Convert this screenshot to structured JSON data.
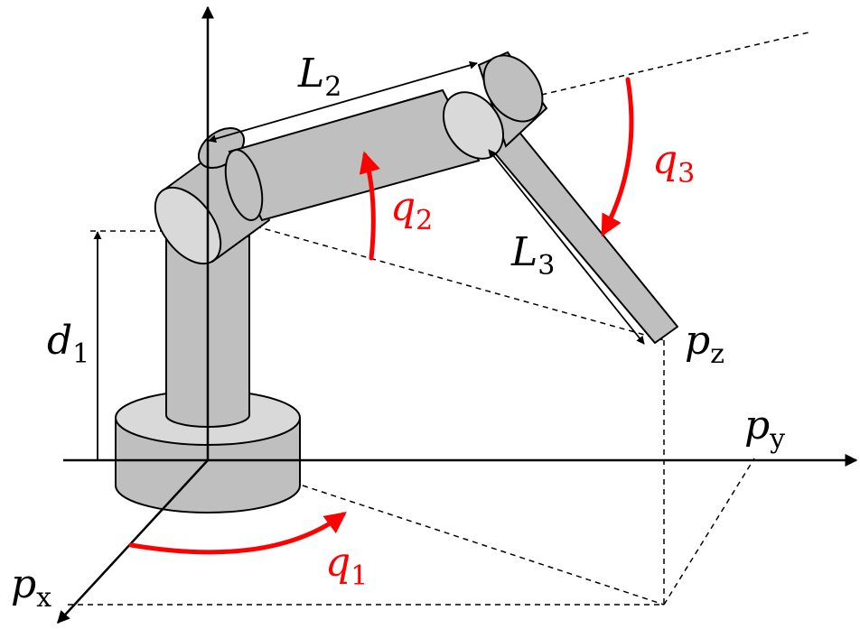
{
  "labels": {
    "L2": {
      "base": "L",
      "sub": "2"
    },
    "L3": {
      "base": "L",
      "sub": "3"
    },
    "d1": {
      "base": "d",
      "sub": "1"
    },
    "q1": {
      "base": "q",
      "sub": "1"
    },
    "q2": {
      "base": "q",
      "sub": "2"
    },
    "q3": {
      "base": "q",
      "sub": "3"
    },
    "px": {
      "base": "p",
      "sub": "x"
    },
    "py": {
      "base": "p",
      "sub": "y"
    },
    "pz": {
      "base": "p",
      "sub": "z"
    }
  },
  "colors": {
    "link_fill": "#bfbfbf",
    "cap_fill": "#d9d9d9",
    "stroke": "#000000",
    "angle": "#ff0000"
  }
}
